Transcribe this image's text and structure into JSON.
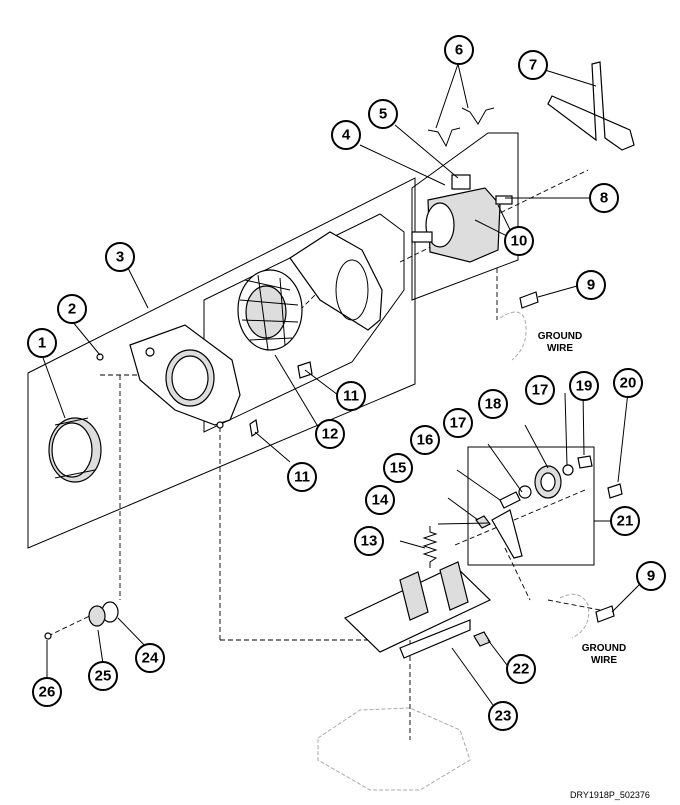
{
  "diagram": {
    "callouts": [
      "1",
      "2",
      "3",
      "4",
      "5",
      "6",
      "7",
      "8",
      "9",
      "10",
      "11",
      "11",
      "12",
      "13",
      "14",
      "15",
      "16",
      "17",
      "17",
      "18",
      "19",
      "20",
      "21",
      "22",
      "23",
      "24",
      "25",
      "26",
      "9"
    ],
    "labels": {
      "ground_wire_top_1": "GROUND",
      "ground_wire_top_2": "WIRE",
      "ground_wire_bottom_1": "GROUND",
      "ground_wire_bottom_2": "WIRE"
    },
    "reference_code": "DRY1918P_502376"
  }
}
